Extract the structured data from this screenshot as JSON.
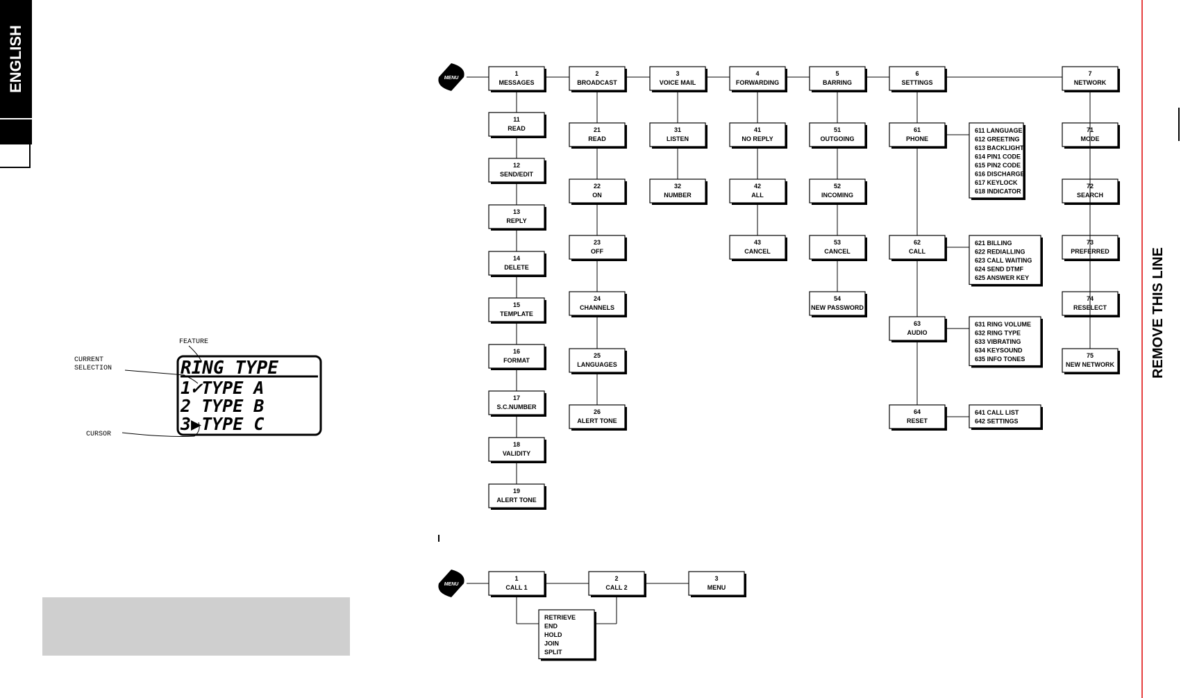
{
  "side_tab": {
    "text": "ENGLISH"
  },
  "right_margin": {
    "text": "REMOVE THIS LINE"
  },
  "lcd": {
    "feature_label": "FEATURE",
    "current_selection_label_line1": "CURRENT",
    "current_selection_label_line2": "SELECTION",
    "cursor_label": "CURSOR",
    "screen_title": "RING TYPE",
    "row1": "1✓TYPE A",
    "row2": "2 TYPE B",
    "row3": "3▶TYPE C"
  },
  "menu_icon_label": "MENU",
  "main_menu": {
    "messages": {
      "num": "1",
      "label": "MESSAGES",
      "items": [
        {
          "num": "11",
          "label": "READ"
        },
        {
          "num": "12",
          "label": "SEND/EDIT"
        },
        {
          "num": "13",
          "label": "REPLY"
        },
        {
          "num": "14",
          "label": "DELETE"
        },
        {
          "num": "15",
          "label": "TEMPLATE"
        },
        {
          "num": "16",
          "label": "FORMAT"
        },
        {
          "num": "17",
          "label": "S.C.NUMBER"
        },
        {
          "num": "18",
          "label": "VALIDITY"
        },
        {
          "num": "19",
          "label": "ALERT TONE"
        }
      ]
    },
    "broadcast": {
      "num": "2",
      "label": "BROADCAST",
      "items": [
        {
          "num": "21",
          "label": "READ"
        },
        {
          "num": "22",
          "label": "ON"
        },
        {
          "num": "23",
          "label": "OFF"
        },
        {
          "num": "24",
          "label": "CHANNELS"
        },
        {
          "num": "25",
          "label": "LANGUAGES"
        },
        {
          "num": "26",
          "label": "ALERT TONE"
        }
      ]
    },
    "voicemail": {
      "num": "3",
      "label": "VOICE MAIL",
      "items": [
        {
          "num": "31",
          "label": "LISTEN"
        },
        {
          "num": "32",
          "label": "NUMBER"
        }
      ]
    },
    "forwarding": {
      "num": "4",
      "label": "FORWARDING",
      "items": [
        {
          "num": "41",
          "label": "NO REPLY"
        },
        {
          "num": "42",
          "label": "ALL"
        },
        {
          "num": "43",
          "label": "CANCEL"
        }
      ]
    },
    "barring": {
      "num": "5",
      "label": "BARRING",
      "items": [
        {
          "num": "51",
          "label": "OUTGOING"
        },
        {
          "num": "52",
          "label": "INCOMING"
        },
        {
          "num": "53",
          "label": "CANCEL"
        },
        {
          "num": "54",
          "label": "NEW PASSWORD"
        }
      ]
    },
    "settings": {
      "num": "6",
      "label": "SETTINGS",
      "items": [
        {
          "num": "61",
          "label": "PHONE"
        },
        {
          "num": "62",
          "label": "CALL"
        },
        {
          "num": "63",
          "label": "AUDIO"
        },
        {
          "num": "64",
          "label": "RESET"
        }
      ],
      "phone_sub": [
        "611 LANGUAGE",
        "612 GREETING",
        "613 BACKLIGHT",
        "614 PIN1 CODE",
        "615 PIN2 CODE",
        "616 DISCHARGE",
        "617 KEYLOCK",
        "618 INDICATOR"
      ],
      "call_sub": [
        "621 BILLING",
        "622 REDIALLING",
        "623 CALL WAITING",
        "624 SEND DTMF",
        "625 ANSWER KEY"
      ],
      "audio_sub": [
        "631 RING VOLUME",
        "632 RING TYPE",
        "633 VIBRATING",
        "634 KEYSOUND",
        "635 INFO TONES"
      ],
      "reset_sub": [
        "641 CALL LIST",
        "642 SETTINGS"
      ]
    },
    "network": {
      "num": "7",
      "label": "NETWORK",
      "items": [
        {
          "num": "71",
          "label": "MODE"
        },
        {
          "num": "72",
          "label": "SEARCH"
        },
        {
          "num": "73",
          "label": "PREFERRED"
        },
        {
          "num": "74",
          "label": "RESELECT"
        },
        {
          "num": "75",
          "label": "NEW NETWORK"
        }
      ]
    }
  },
  "call_menu": {
    "call1": {
      "num": "1",
      "label": "CALL 1"
    },
    "call2": {
      "num": "2",
      "label": "CALL 2"
    },
    "menu": {
      "num": "3",
      "label": "MENU"
    },
    "options": [
      "RETRIEVE",
      "END",
      "HOLD",
      "JOIN",
      "SPLIT"
    ]
  }
}
